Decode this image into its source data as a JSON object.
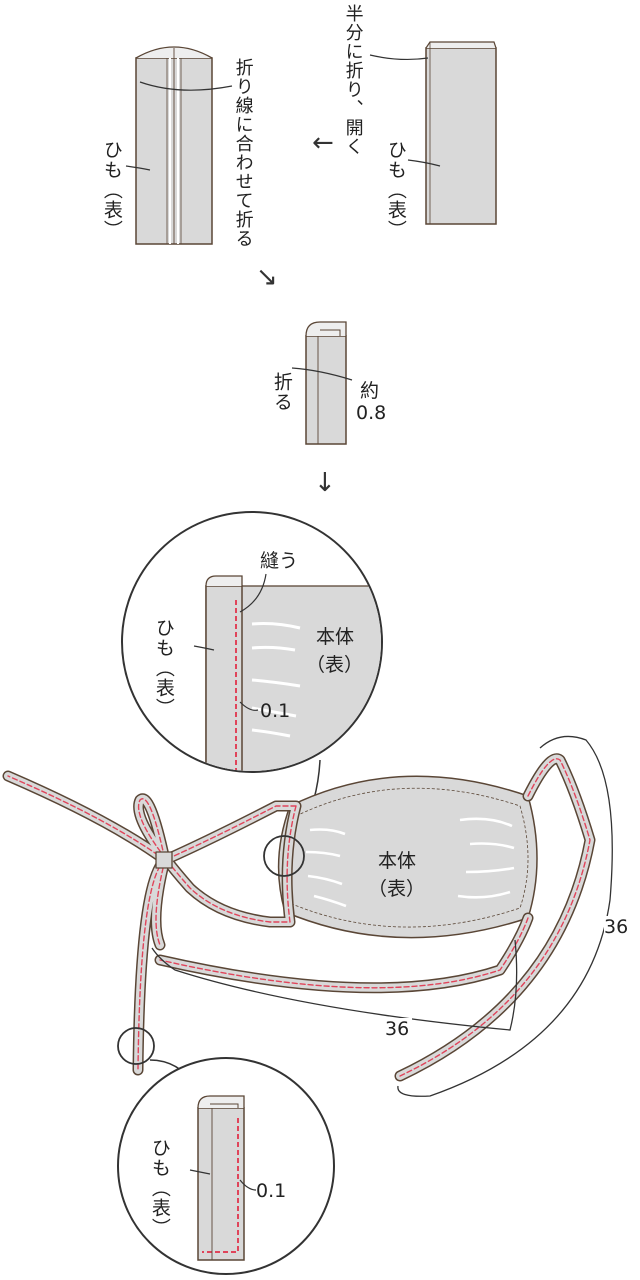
{
  "step1": {
    "instruction": "半分に折り、開く",
    "strap_label": "ひも（表）"
  },
  "step2": {
    "instruction": "折り線に合わせて折る",
    "strap_label": "ひも（表）"
  },
  "step3": {
    "fold_label": "折る",
    "approx_label": "約",
    "approx_value": "0.8"
  },
  "detail_top": {
    "sew_label": "縫う",
    "strap_label": "ひも（表）",
    "body_label_line1": "本体",
    "body_label_line2": "（表）",
    "margin_value": "0.1"
  },
  "main": {
    "body_label_line1": "本体",
    "body_label_line2": "（表）",
    "length_right": "36",
    "length_bottom": "36"
  },
  "detail_bottom": {
    "strap_label": "ひも（表）",
    "margin_value": "0.1"
  },
  "arrows": {
    "left": "←",
    "diag": "↘",
    "down": "↓"
  },
  "colors": {
    "fabric": "#d9d9d9",
    "outline": "#5a4636",
    "stitch": "#e0445a"
  }
}
